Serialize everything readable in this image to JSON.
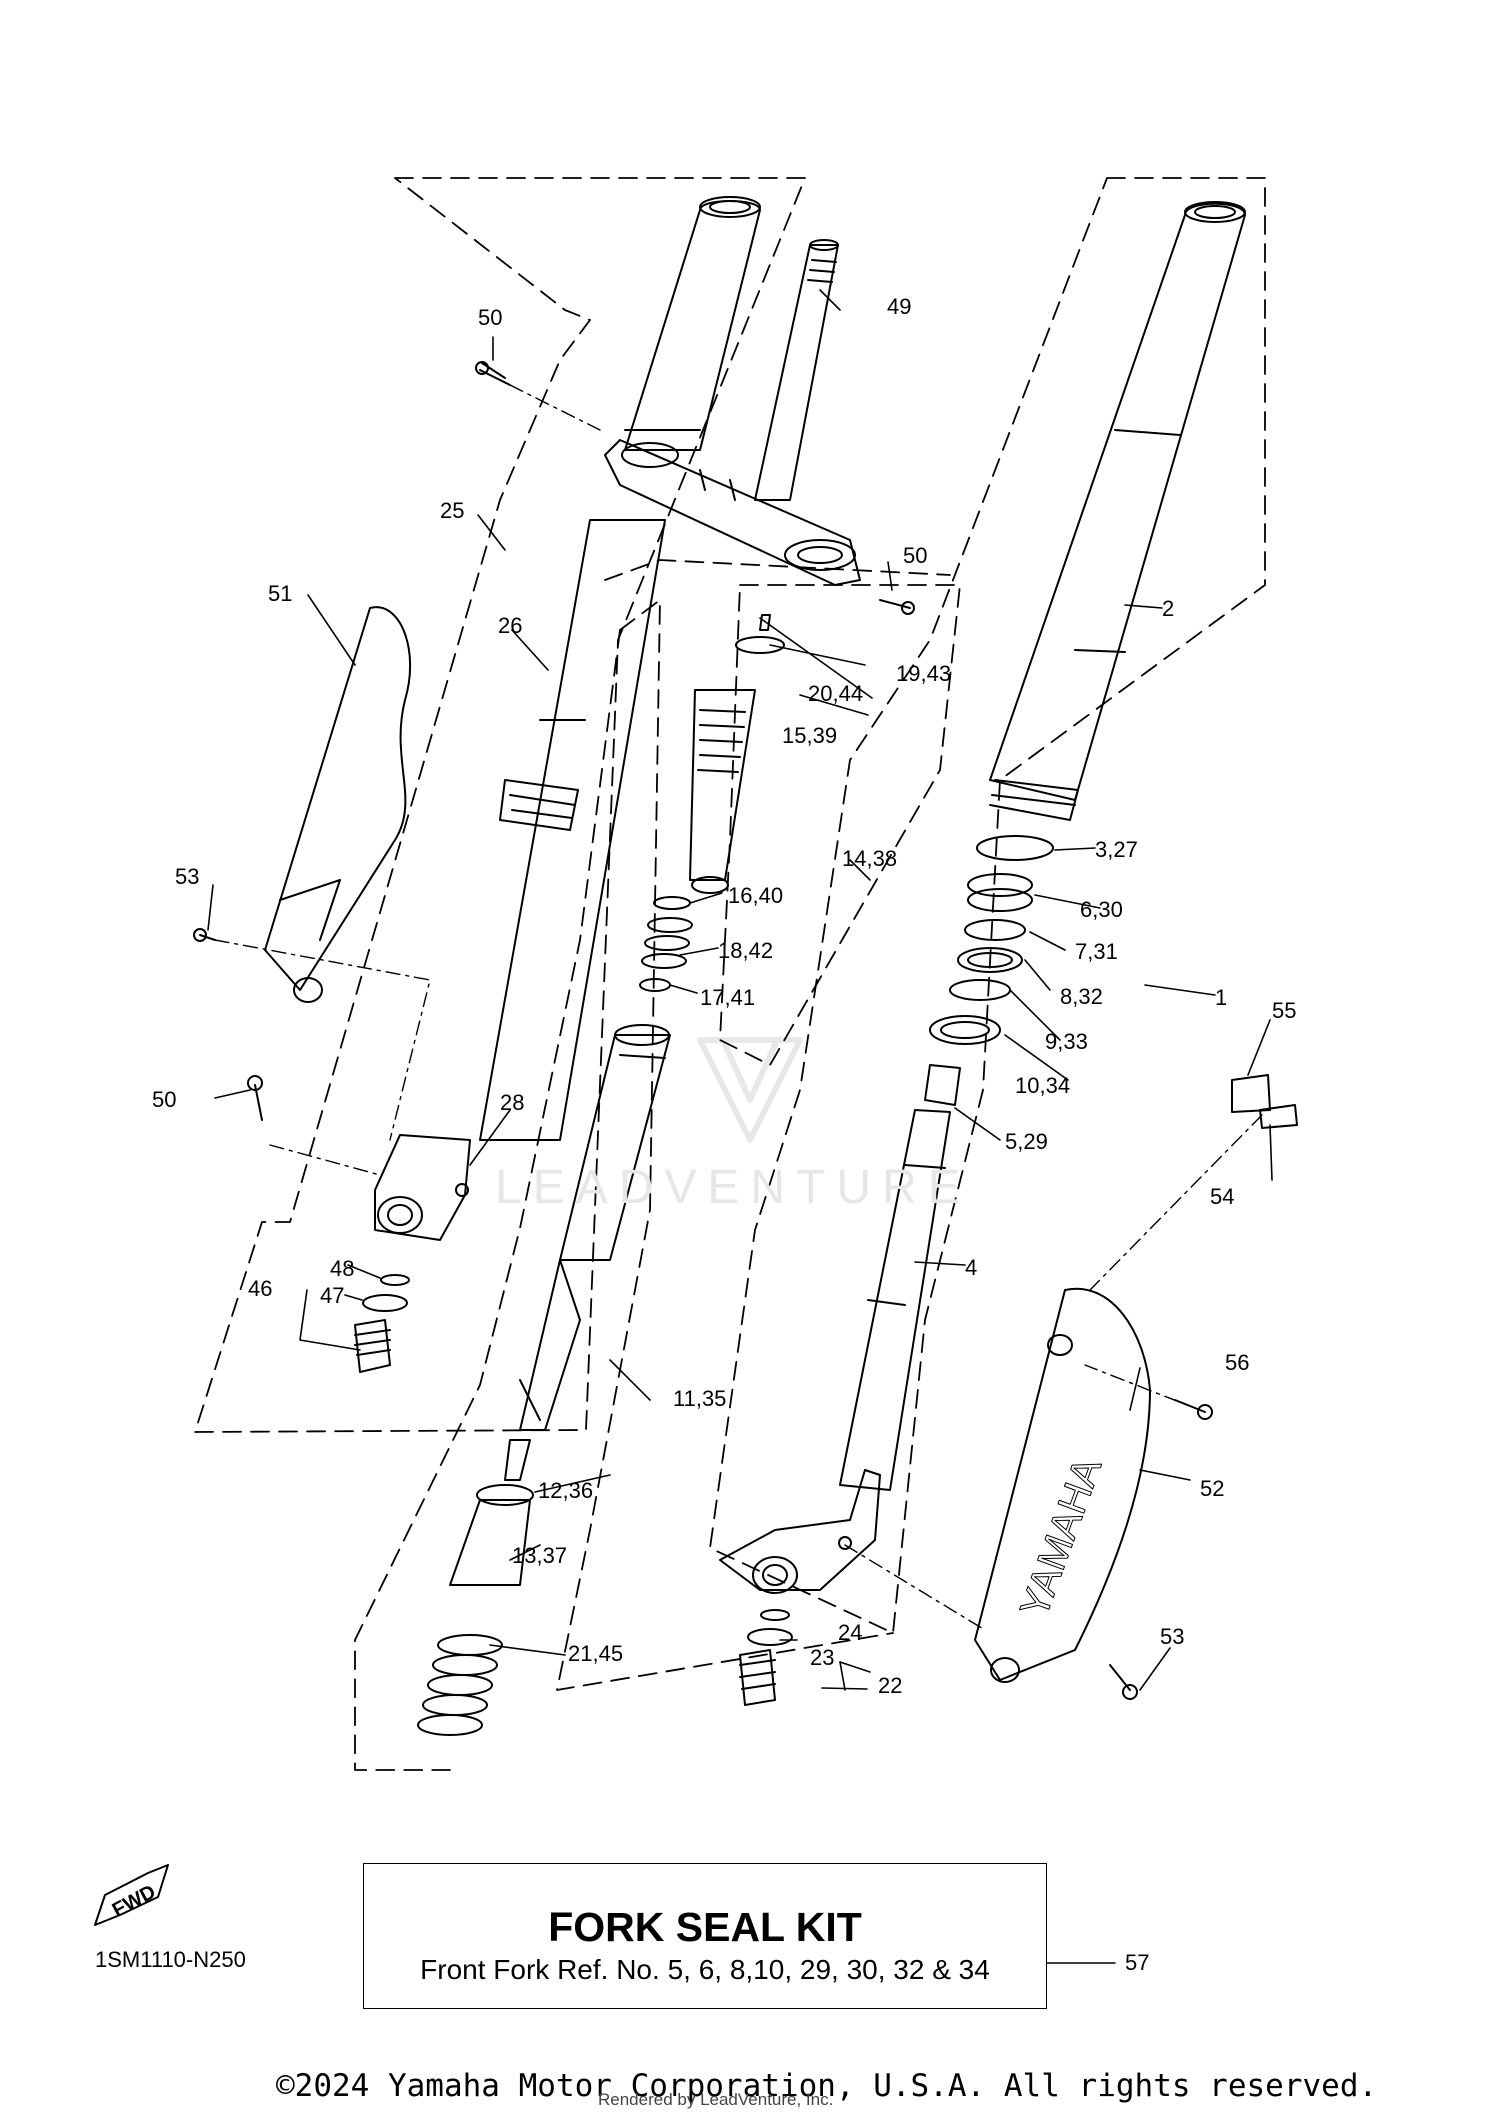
{
  "diagram": {
    "callouts": {
      "c1": "1",
      "c2": "2",
      "c3_27": "3,27",
      "c4": "4",
      "c5_29": "5,29",
      "c6_30": "6,30",
      "c7_31": "7,31",
      "c8_32": "8,32",
      "c9_33": "9,33",
      "c10_34": "10,34",
      "c11_35": "11,35",
      "c12_36": "12,36",
      "c13_37": "13,37",
      "c14_38": "14,38",
      "c15_39": "15,39",
      "c16_40": "16,40",
      "c17_41": "17,41",
      "c18_42": "18,42",
      "c19_43": "19,43",
      "c20_44": "20,44",
      "c21_45": "21,45",
      "c22": "22",
      "c23": "23",
      "c24": "24",
      "c25": "25",
      "c26": "26",
      "c28": "28",
      "c46": "46",
      "c47": "47",
      "c48": "48",
      "c49": "49",
      "c50a": "50",
      "c50b": "50",
      "c50c": "50",
      "c51": "51",
      "c52": "52",
      "c53a": "53",
      "c53b": "53",
      "c54": "54",
      "c55": "55",
      "c56": "56",
      "c57": "57"
    },
    "diagram_code": "1SM1110-N250",
    "fwd_label": "FWD",
    "guard_logo": "YAMAHA",
    "watermark": "LEADVENTURE"
  },
  "kit": {
    "title": "FORK SEAL KIT",
    "subtitle": "Front Fork Ref. No. 5, 6, 8,10, 29, 30, 32 & 34"
  },
  "footer": {
    "copyright": "©2024 Yamaha Motor Corporation, U.S.A. All rights reserved.",
    "rendered_by": "Rendered by LeadVenture, Inc."
  },
  "colors": {
    "line": "#000000",
    "watermark": "#e6e6e6"
  }
}
